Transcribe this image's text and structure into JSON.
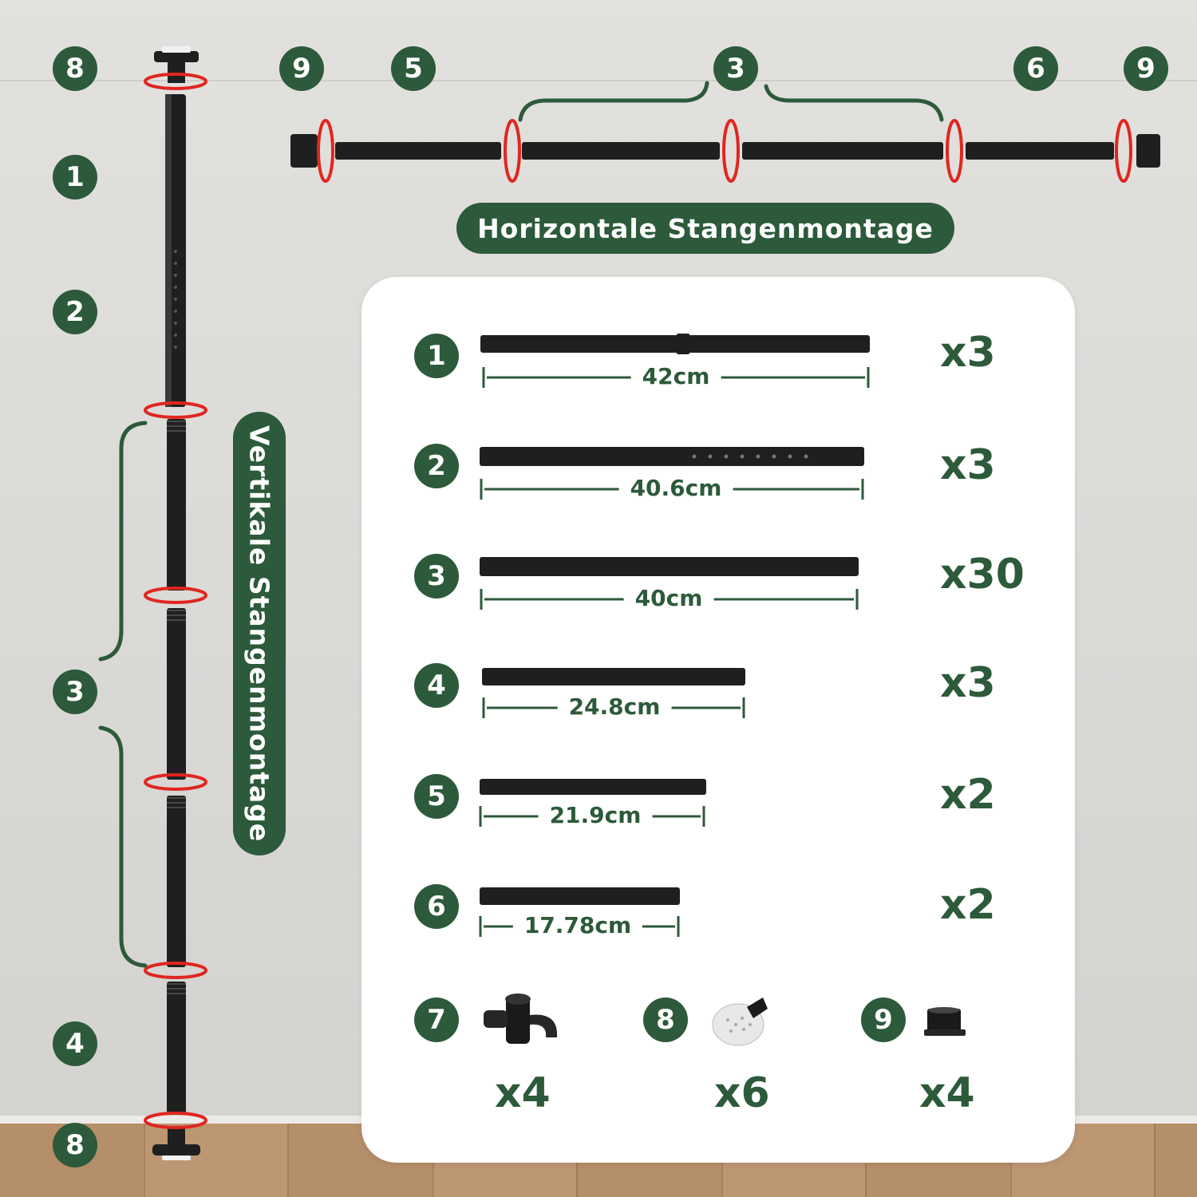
{
  "horizontal_title": "Horizontale Stangenmontage",
  "vertical_title": "Vertikale Stangenmontage",
  "left_badges": [
    "8",
    "1",
    "2",
    "3",
    "4",
    "8"
  ],
  "top_badges": [
    "9",
    "5",
    "3",
    "6",
    "9"
  ],
  "colors": {
    "green": "#2c5a3a",
    "rod": "#1f1f1f",
    "arrow": "#e0261f"
  },
  "parts": [
    {
      "number": "1",
      "length": "42cm",
      "qty": "x3"
    },
    {
      "number": "2",
      "length": "40.6cm",
      "qty": "x3"
    },
    {
      "number": "3",
      "length": "40cm",
      "qty": "x30"
    },
    {
      "number": "4",
      "length": "24.8cm",
      "qty": "x3"
    },
    {
      "number": "5",
      "length": "21.9cm",
      "qty": "x2"
    },
    {
      "number": "6",
      "length": "17.78cm",
      "qty": "x2"
    }
  ],
  "accessories": [
    {
      "number": "7",
      "qty": "x4",
      "icon": "connector-icon"
    },
    {
      "number": "8",
      "qty": "x6",
      "icon": "suction-base-icon"
    },
    {
      "number": "9",
      "qty": "x4",
      "icon": "end-cap-icon"
    }
  ]
}
